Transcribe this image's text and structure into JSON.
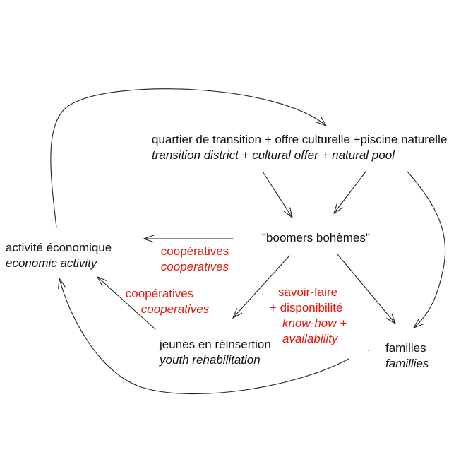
{
  "colors": {
    "text": "#111111",
    "annotation": "#e3170a",
    "arrow": "#222222",
    "background": "#ffffff"
  },
  "nodes": {
    "transition": {
      "fr": "quartier de transition + offre culturelle +piscine naturelle",
      "en": "transition district + cultural offer + natural pool"
    },
    "boomers": {
      "fr": "\"boomers bohèmes\""
    },
    "economic": {
      "fr": "activité économique",
      "en": "economic activity"
    },
    "youth": {
      "fr": "jeunes en réinsertion",
      "en": "youth rehabilitation"
    },
    "families": {
      "fr": "familles",
      "en": "famillies"
    }
  },
  "annotations": {
    "coop_top": {
      "fr": "coopératives",
      "en": "cooperatives"
    },
    "coop_bottom": {
      "fr": "coopératives",
      "en": "cooperatives"
    },
    "savoir": {
      "line1": "savoir-faire",
      "line2": "+ disponibilité",
      "line3": "know-how +",
      "line4": "availability"
    }
  }
}
